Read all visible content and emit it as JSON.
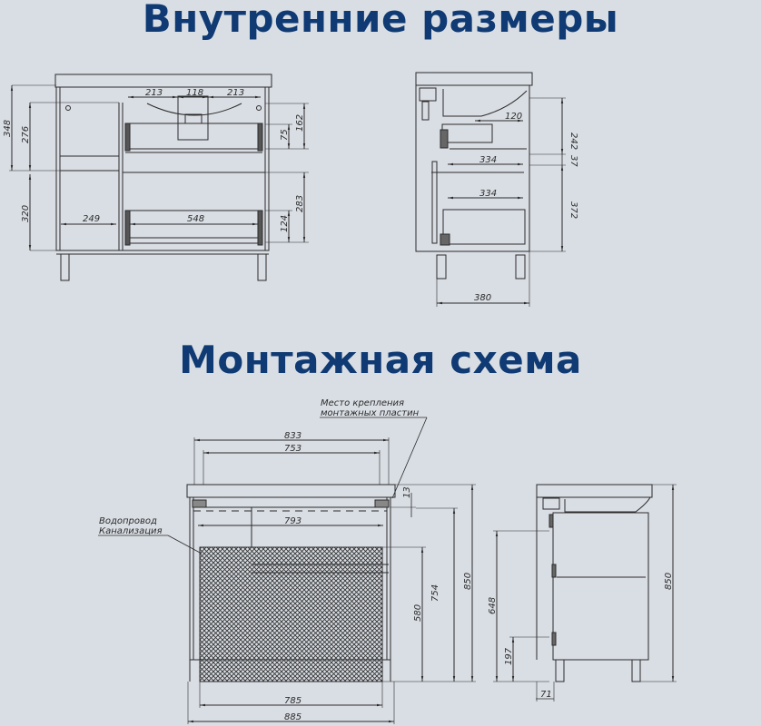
{
  "titles": {
    "inner_dimensions": "Внутренние размеры",
    "mounting_scheme": "Монтажная схема"
  },
  "colors": {
    "background": "#d9dee4",
    "title": "#0f3a73",
    "lines": "#2b2b2b"
  },
  "front_inner": {
    "dims": {
      "sink_left": "213",
      "sink_center": "118",
      "sink_right": "213",
      "total_left_height": "348",
      "upper_left_height": "276",
      "lower_left_height": "320",
      "left_shelf_width": "249",
      "drawer_width": "548",
      "right_upper": "162",
      "right_upper_drawer": "75",
      "right_lower": "283",
      "right_lower_drawer": "124"
    }
  },
  "side_inner": {
    "dims": {
      "top_offset": "120",
      "upper_drawer_depth": "334",
      "lower_drawer_depth": "334",
      "upper_height": "242",
      "gap": "37",
      "lower_height": "372",
      "total_depth": "380"
    }
  },
  "front_mount": {
    "labels": {
      "mount_plates_line1": "Место крепления",
      "mount_plates_line2": "монтажных пластин",
      "utilities_line1": "Водопровод",
      "utilities_line2": "Канализация"
    },
    "dims": {
      "top_width": "833",
      "plate_span": "753",
      "inner_span": "793",
      "plate_height": "13",
      "hatch_height": "580",
      "mount_height": "754",
      "total_height": "850",
      "hatch_width": "785",
      "total_width": "885"
    }
  },
  "side_mount": {
    "dims": {
      "left_height": "648",
      "low_height": "197",
      "leg_offset": "71",
      "total_height": "850"
    }
  }
}
